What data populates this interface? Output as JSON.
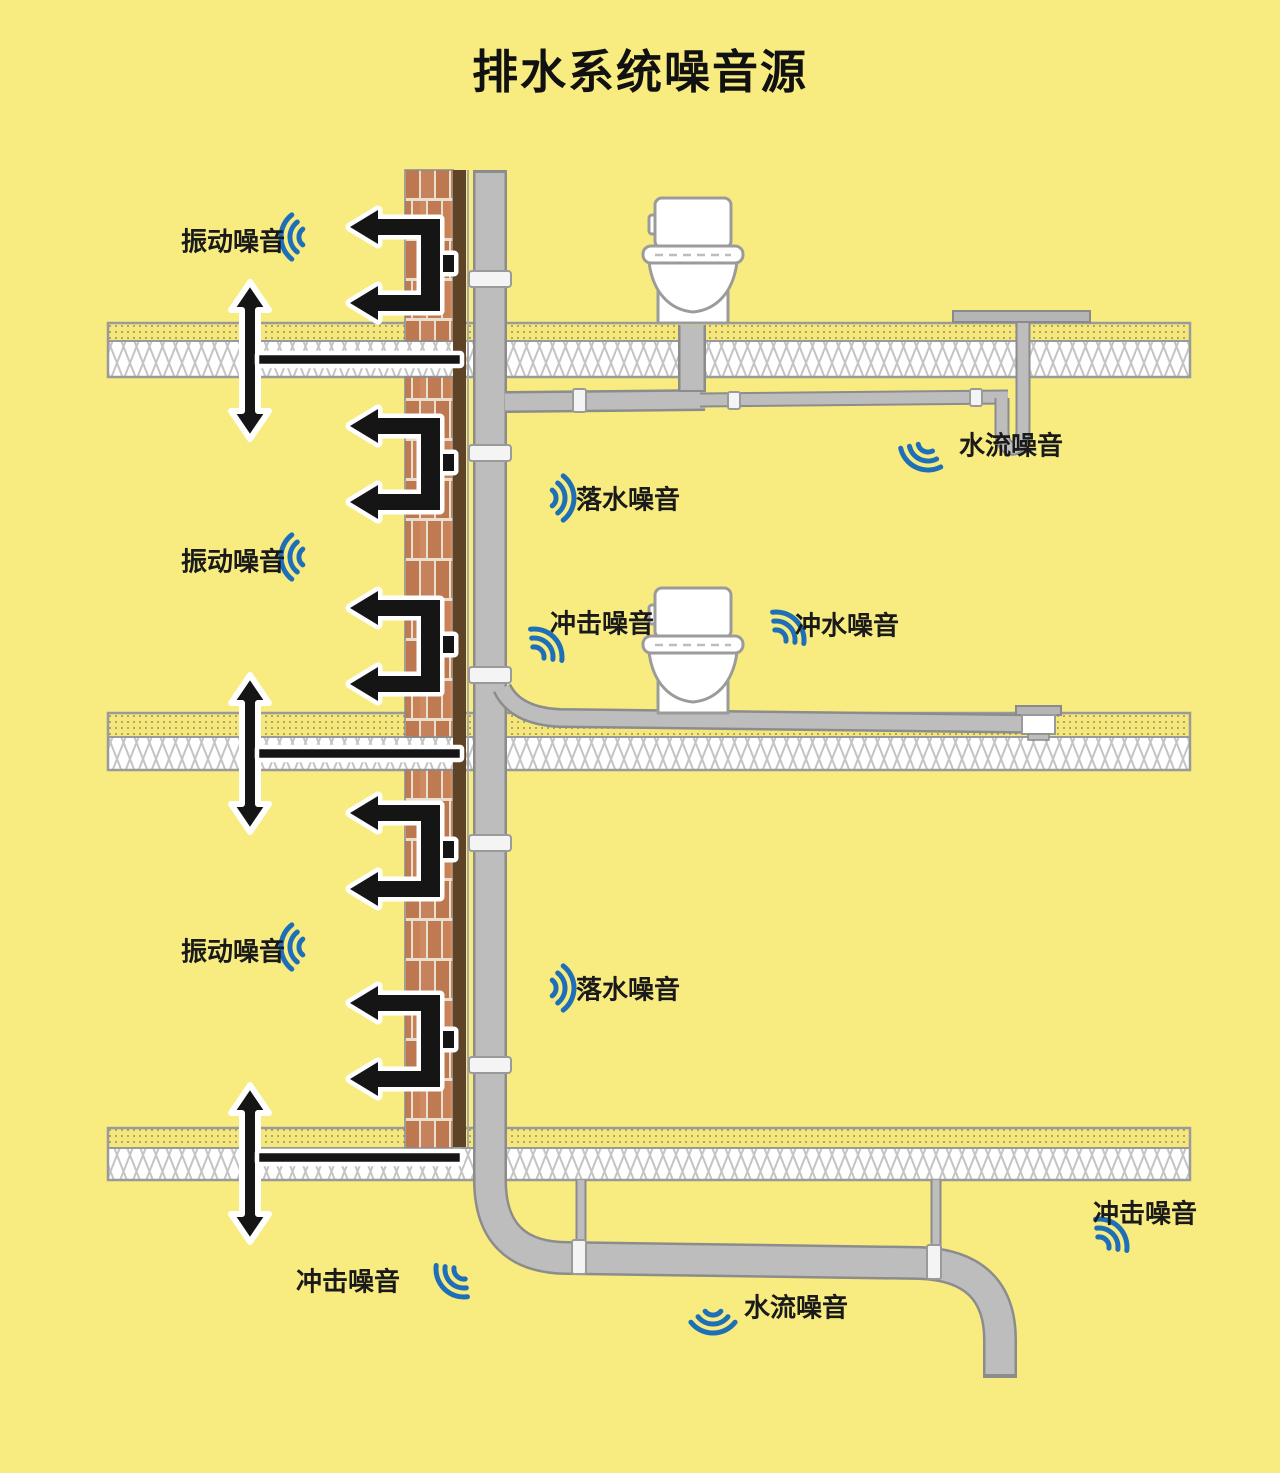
{
  "title": "排水系统噪音源",
  "labels": {
    "vibration_top": "振动噪音",
    "vibration_middle": "振动噪音",
    "vibration_bottom": "振动噪音",
    "water_flow_top": "水流噪音",
    "falling_water_upper": "落水噪音",
    "impact_middle": "冲击噪音",
    "flush": "冲水噪音",
    "falling_water_lower": "落水噪音",
    "impact_bottom_left": "冲击噪音",
    "water_flow_bottom": "水流噪音",
    "impact_bottom_right": "冲击噪音"
  },
  "icons": {
    "sound_wave": "sound-wave-icon",
    "vibration_arrow": "vibration-double-arrow-icon",
    "wall_bracket_arrow": "wall-bracket-arrow-icon",
    "floor_bar": "floor-transmission-bar-icon"
  },
  "colors": {
    "background": "#F8EC80",
    "sound_wave_blue": "#1E6FB8",
    "brick": "#C5825C",
    "wall_strip_brown": "#5E4327",
    "pipe_gray": "#BDBDBD",
    "arrow_black": "#151515",
    "slab_white": "#FFFFFF",
    "screed_yellow": "#F6E77D"
  }
}
